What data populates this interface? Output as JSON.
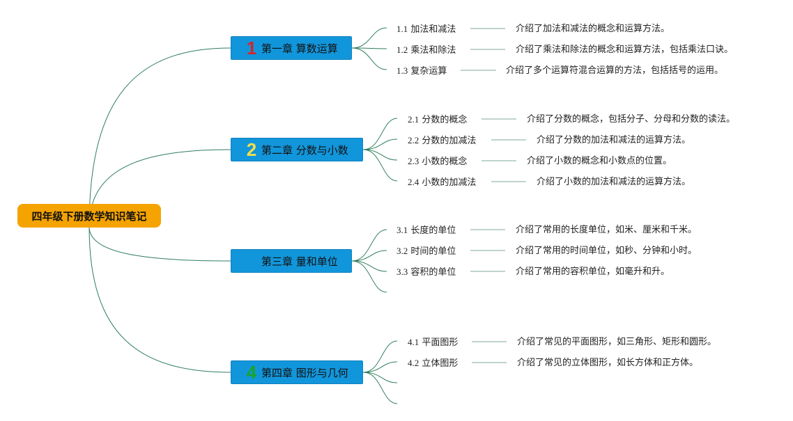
{
  "root": {
    "label": "四年级下册数学知识笔记"
  },
  "colors": {
    "root": "#f5a300",
    "chapter": "#1296db",
    "line": "#2f7d5b"
  },
  "chapters": [
    {
      "badge": "1",
      "badge_color": "#d8232a",
      "label": "第一章 算数运算",
      "topics": [
        {
          "num": "1.1",
          "name": "加法和减法",
          "desc": "介绍了加法和减法的概念和运算方法。"
        },
        {
          "num": "1.2",
          "name": "乘法和除法",
          "desc": "介绍了乘法和除法的概念和运算方法，包括乘法口诀。"
        },
        {
          "num": "1.3",
          "name": "复杂运算",
          "desc": "介绍了多个运算符混合运算的方法，包括括号的运用。"
        }
      ]
    },
    {
      "badge": "2",
      "badge_color": "#f2e04a",
      "label": "第二章 分数与小数",
      "topics": [
        {
          "num": "2.1",
          "name": "分数的概念",
          "desc": "介绍了分数的概念，包括分子、分母和分数的读法。"
        },
        {
          "num": "2.2",
          "name": "分数的加减法",
          "desc": "介绍了分数的加法和减法的运算方法。"
        },
        {
          "num": "2.3",
          "name": "小数的概念",
          "desc": "介绍了小数的概念和小数点的位置。"
        },
        {
          "num": "2.4",
          "name": "小数的加减法",
          "desc": "介绍了小数的加法和减法的运算方法。"
        }
      ]
    },
    {
      "badge": "",
      "badge_color": "#1296db",
      "label": "第三章 量和单位",
      "topics": [
        {
          "num": "3.1",
          "name": "长度的单位",
          "desc": "介绍了常用的长度单位，如米、厘米和千米。"
        },
        {
          "num": "3.2",
          "name": "时间的单位",
          "desc": "介绍了常用的时间单位，如秒、分钟和小时。"
        },
        {
          "num": "3.3",
          "name": "容积的单位",
          "desc": "介绍了常用的容积单位，如毫升和升。"
        }
      ]
    },
    {
      "badge": "4",
      "badge_color": "#1aa32a",
      "label": "第四章 图形与几何",
      "topics": [
        {
          "num": "4.1",
          "name": "平面图形",
          "desc": "介绍了常见的平面图形，如三角形、矩形和圆形。"
        },
        {
          "num": "4.2",
          "name": "立体图形",
          "desc": "介绍了常见的立体图形，如长方体和正方体。"
        }
      ]
    }
  ]
}
